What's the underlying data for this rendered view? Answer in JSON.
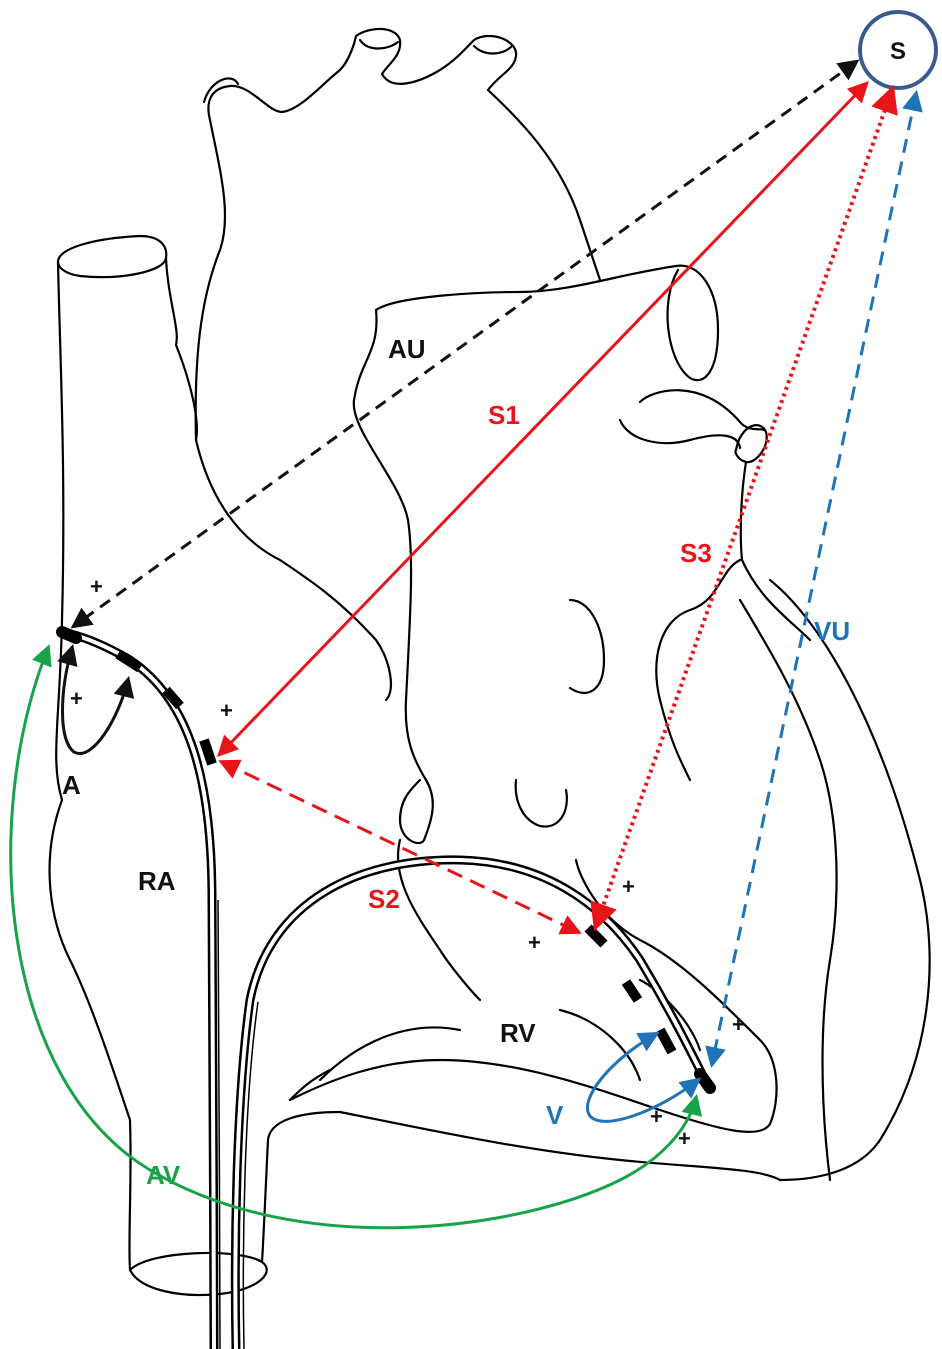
{
  "labels": {
    "stimulator": "S",
    "aorta": "AU",
    "right_atrium": "RA",
    "right_ventricle": "RV",
    "atrial_bipolar": "A",
    "ventricular_bipolar": "V",
    "atrioventricular": "AV",
    "vector_s1": "S1",
    "vector_s2": "S2",
    "vector_s3": "S3",
    "vector_vu": "VU"
  },
  "polarity_mark": "+",
  "colors": {
    "outline": "#000000",
    "red": "#e8141a",
    "blue": "#1f73b8",
    "green": "#18a24a",
    "stimulator_ring": "#3b5a8c"
  }
}
